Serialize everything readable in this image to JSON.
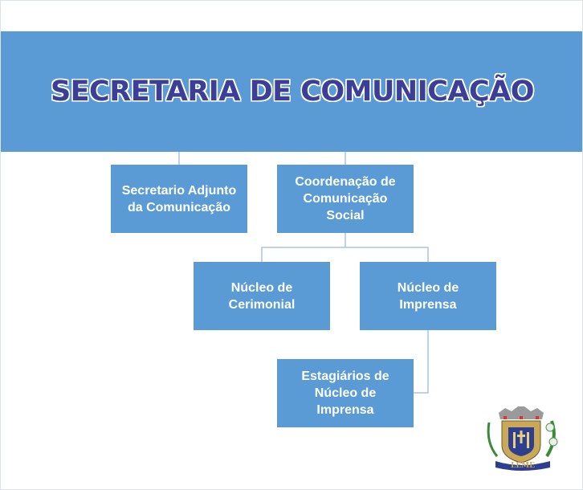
{
  "title": "SECRETARIA DE COMUNICAÇÃO",
  "nodes": {
    "adjunto": "Secretario Adjunto\nda Comunicação",
    "coordenacao": "Coordenação de\nComunicação\nSocial",
    "cerimonial": "Núcleo de\nCerimonial",
    "imprensa": "Núcleo de\nImprensa",
    "estagiarios": "Estagiários de\nNúcleo de\nImprensa"
  },
  "logo": {
    "text": "LEME"
  },
  "colors": {
    "box": "#5b9bd5",
    "title": "#3d3f96",
    "line": "#a9c4e0"
  }
}
